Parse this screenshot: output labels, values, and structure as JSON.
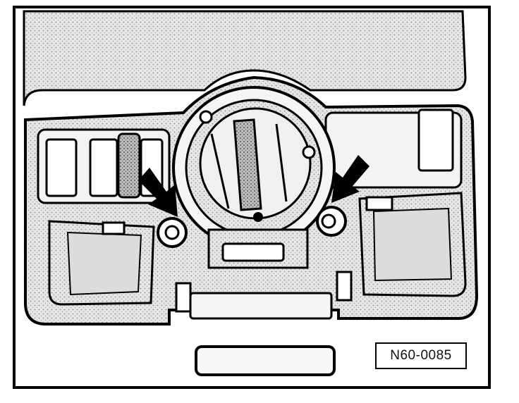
{
  "figure": {
    "reference_number": "N60-0085"
  },
  "colors": {
    "ink": "#000000",
    "paper": "#ffffff",
    "shade": "#d9d9d9",
    "dark_shade": "#9a9a9a"
  },
  "icons": [
    "arrow-left",
    "arrow-right"
  ]
}
